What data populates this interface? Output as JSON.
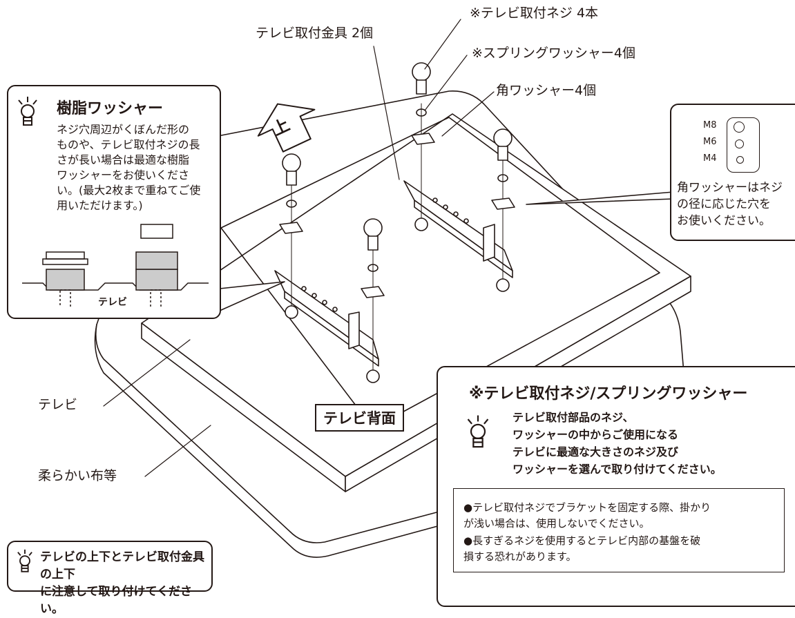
{
  "labels": {
    "screws": "※テレビ取付ネジ 4本",
    "spring_washers": "※スプリングワッシャー4個",
    "square_washers": "角ワッシャー4個",
    "brackets": "テレビ取付金具 2個",
    "up_mark": "上",
    "tv": "テレビ",
    "soft_cloth": "柔らかい布等",
    "tv_back": "テレビ背面"
  },
  "resin_washer_box": {
    "title": "樹脂ワッシャー",
    "text": "ネジ穴周辺がくぼんだ形の\nものや、テレビ取付ネジの長\nさが長い場合は最適な樹脂\nワッシャーをお使いくださ\nい。(最大2枚まで重ねてご使\n用いただけます。)",
    "tv_label": "テレビ"
  },
  "square_washer_box": {
    "sizes": [
      "M8",
      "M6",
      "M4"
    ],
    "text": "角ワッシャーはネジ\nの径に応じた穴を\nお使いください。"
  },
  "spring_box": {
    "title": "※テレビ取付ネジ/スプリングワッシャー",
    "text": "テレビ取付部品のネジ、\nワッシャーの中からご使用になる\nテレビに最適な大きさのネジ及び\nワッシャーを選んで取り付けてください。",
    "notes": [
      "●テレビ取付ネジでブラケットを固定する際、掛かり\n  が浅い場合は、使用しないでください。",
      "●長すぎるネジを使用するとテレビ内部の基盤を破\n  損する恐れがあります。"
    ]
  },
  "bottom_tip": {
    "text": "テレビの上下とテレビ取付金具の上下\nに注意して取り付けてください。"
  },
  "icons": [
    "lightbulb-icon",
    "up-arrow-icon",
    "screw-icon",
    "spring-washer-icon",
    "square-washer-icon",
    "bracket-icon",
    "spacer-icon"
  ]
}
